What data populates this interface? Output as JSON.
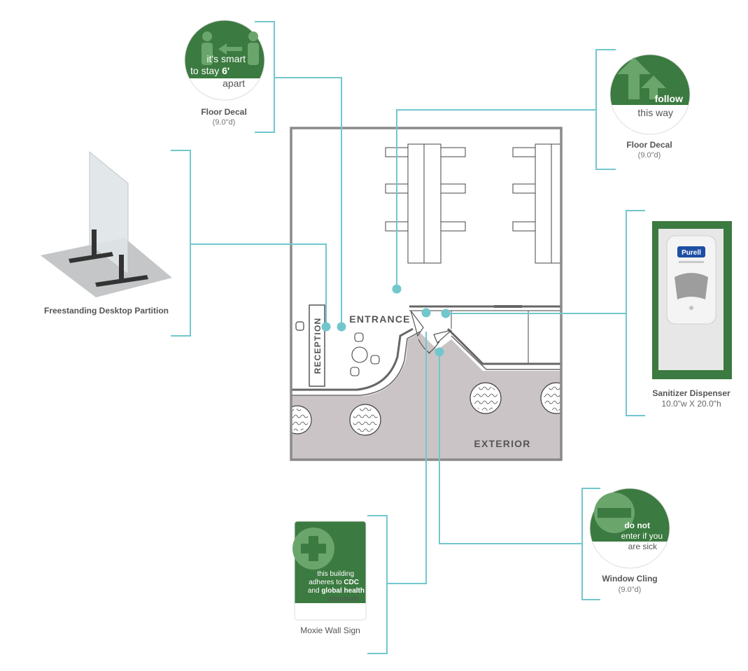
{
  "colors": {
    "accent_line": "#72c7cd",
    "sign_green": "#3b7a40",
    "sign_light": "#6aa66c",
    "exterior": "#cbc4c6",
    "wall": "#8a8a8a"
  },
  "floor_plan": {
    "entrance_label": "ENTRANCE",
    "reception_label": "RECEPTION",
    "exterior_label": "EXTERIOR"
  },
  "floor_decal_distance": {
    "line1": "it's smart",
    "line2_pre": "to stay ",
    "line2_bold": "6'",
    "line3": "apart",
    "title": "Floor Decal",
    "size": "(9.0\"d)",
    "icon": "people-distance-icon"
  },
  "floor_decal_follow": {
    "bold": "follow",
    "line2": "this way",
    "title": "Floor Decal",
    "size": "(9.0\"d)",
    "icon": "double-arrow-up-icon"
  },
  "partition": {
    "title": "Freestanding Desktop Partition"
  },
  "sanitizer": {
    "brand": "Purell",
    "title": "Sanitizer Dispenser",
    "size": "10.0\"w X 20.0\"h"
  },
  "wall_sign": {
    "line1": "this building",
    "line2_pre": "adheres to ",
    "line2_bold": "CDC",
    "line3_pre": "and ",
    "line3_bold": "global health",
    "line4": "standards",
    "title": "Moxie Wall Sign",
    "icon": "medical-cross-icon"
  },
  "window_cling": {
    "bold": "do not",
    "line2": "enter if you",
    "line3": "are sick",
    "title": "Window Cling",
    "size": "(9.0\"d)",
    "icon": "minus-circle-icon"
  }
}
